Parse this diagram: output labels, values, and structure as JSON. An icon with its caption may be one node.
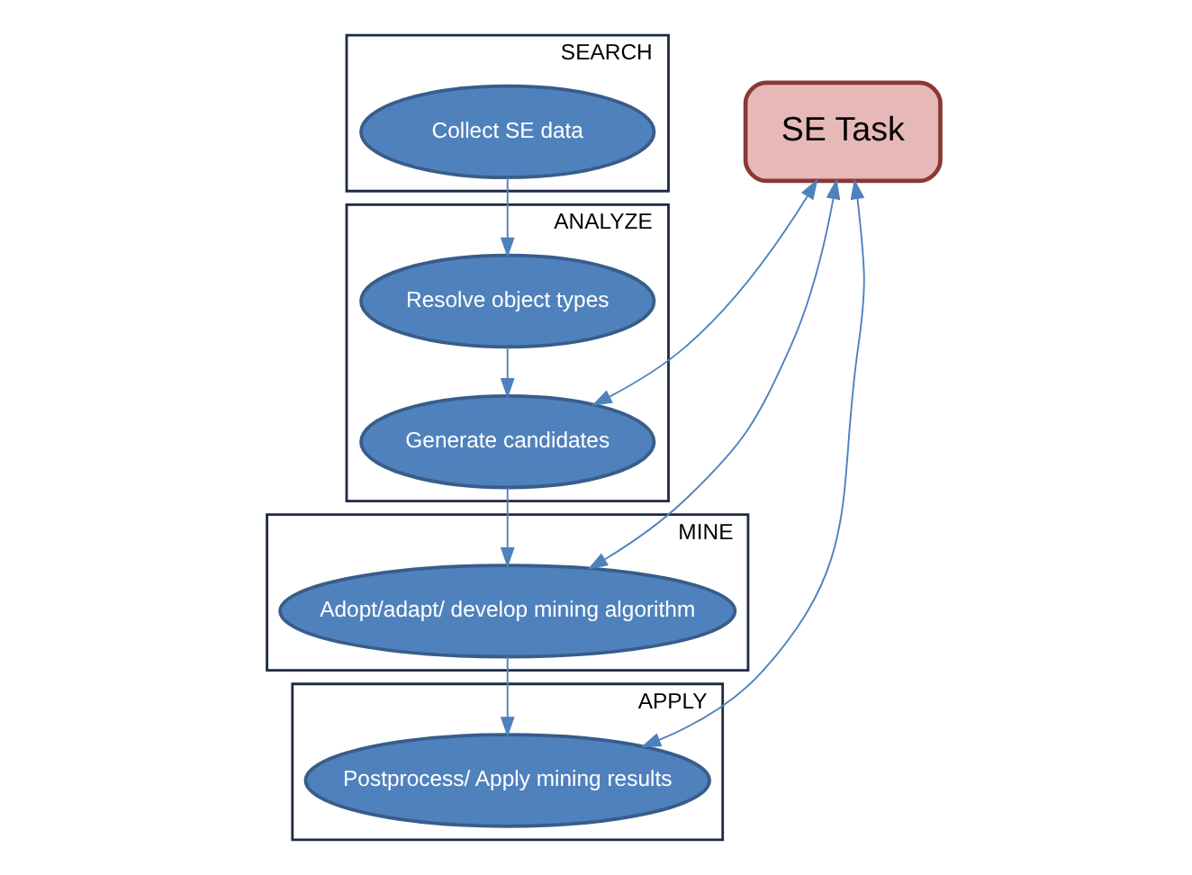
{
  "diagram": {
    "nodes": [
      {
        "text": [
          "SEARCH"
        ]
      },
      {
        "text": [
          "Collect SE data"
        ],
        "in": 0
      },
      {
        "text": [
          "ANALYZE"
        ]
      },
      {
        "text": [
          "Resolve object types"
        ],
        "in": 2
      },
      {
        "text": [
          "Generate candidates"
        ],
        "in": 2
      },
      {
        "text": [
          "MINE"
        ]
      },
      {
        "text": [
          "Adopt/adapt/ develop mining algorithm"
        ],
        "in": 5
      },
      {
        "text": [
          "APPLY"
        ]
      },
      {
        "text": [
          "Postprocess/ Apply mining results"
        ],
        "in": 7
      },
      {
        "text": [
          "SE Task"
        ]
      }
    ],
    "edges": [
      {
        "from": 1,
        "to": 3,
        "arrow": "to"
      },
      {
        "from": 3,
        "to": 4,
        "arrow": "to"
      },
      {
        "from": 4,
        "to": 6,
        "arrow": "to"
      },
      {
        "from": 6,
        "to": 8,
        "arrow": "to"
      },
      {
        "from": 9,
        "to": 4,
        "arrow": "both"
      },
      {
        "from": 9,
        "to": 6,
        "arrow": "both"
      },
      {
        "from": 9,
        "to": 8,
        "arrow": "both"
      }
    ]
  }
}
